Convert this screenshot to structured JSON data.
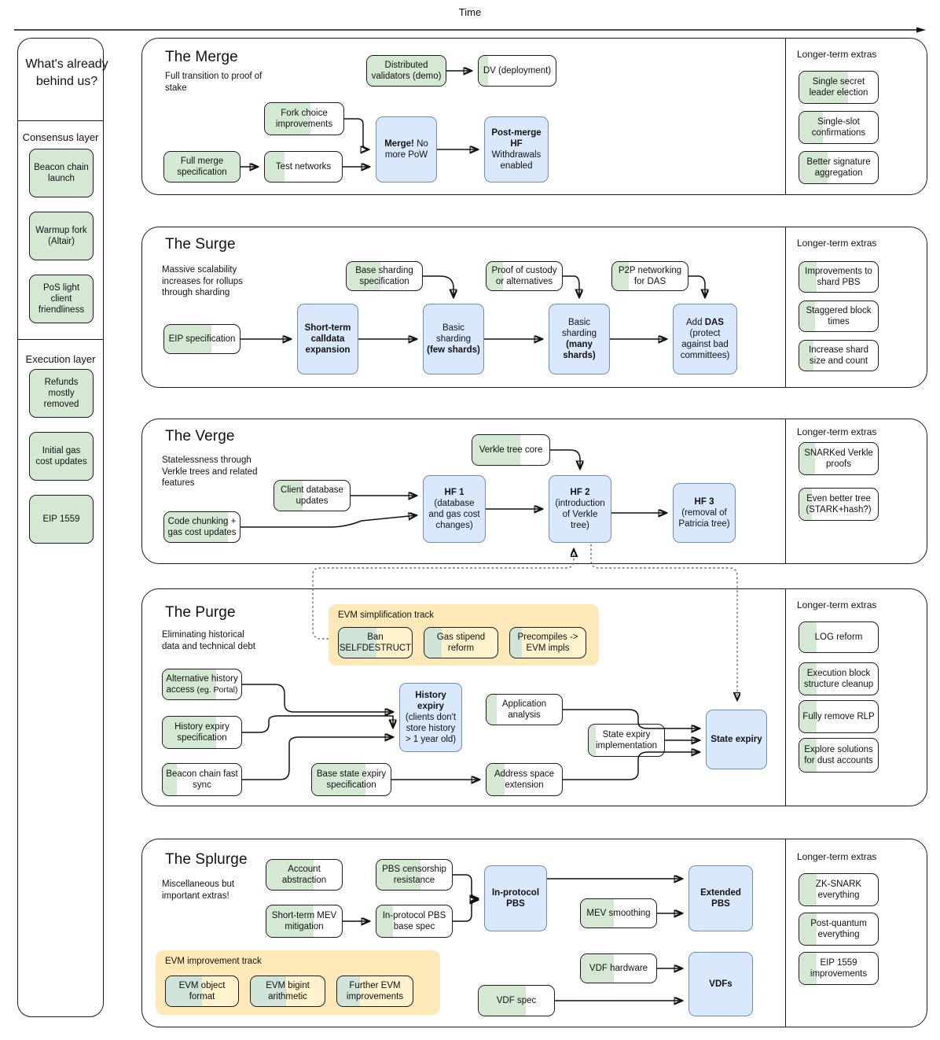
{
  "time_axis": {
    "label": "Time"
  },
  "sidebar": {
    "title": "What's already behind us?",
    "sections": [
      {
        "label": "Consensus layer",
        "items": [
          {
            "label": "Beacon chain launch"
          },
          {
            "label": "Warmup fork (Altair)"
          },
          {
            "label": "PoS light client friendliness"
          }
        ]
      },
      {
        "label": "Execution layer",
        "items": [
          {
            "label": "Refunds mostly removed"
          },
          {
            "label": "Initial gas cost updates"
          },
          {
            "label": "EIP 1559"
          }
        ]
      }
    ]
  },
  "extras_heading": "Longer-term extras",
  "sections": [
    {
      "id": "merge",
      "title": "The Merge",
      "subtitle": "Full transition to proof of stake",
      "nodes": [
        {
          "id": "dist-validators",
          "label": "Distributed validators (demo)",
          "kind": "green",
          "fill": 100
        },
        {
          "id": "dv-deployment",
          "label": "DV (deployment)",
          "kind": "green",
          "fill": 12
        },
        {
          "id": "fork-choice",
          "label": "Fork choice improvements",
          "kind": "green",
          "fill": 58
        },
        {
          "id": "full-merge-spec",
          "label": "Full merge specification",
          "kind": "green",
          "fill": 100
        },
        {
          "id": "test-networks",
          "label": "Test networks",
          "kind": "green",
          "fill": 26
        },
        {
          "id": "merge",
          "label": "Merge! No more PoW",
          "kind": "blue",
          "bold_lines": 1
        },
        {
          "id": "post-merge-hf",
          "label": "Post-merge HF Withdrawals enabled",
          "kind": "blue",
          "bold_lines": 2
        }
      ],
      "extras": [
        {
          "label": "Single secret leader election",
          "fill": 62
        },
        {
          "label": "Single-slot confirmations",
          "fill": 30
        },
        {
          "label": "Better signature aggregation",
          "fill": 36
        }
      ]
    },
    {
      "id": "surge",
      "title": "The Surge",
      "subtitle": "Massive scalability increases for rollups through sharding",
      "nodes": [
        {
          "id": "base-sharding-spec",
          "label": "Base sharding specification",
          "kind": "green",
          "fill": 45
        },
        {
          "id": "proof-of-custody",
          "label": "Proof of custody or alternatives",
          "kind": "green",
          "fill": 22
        },
        {
          "id": "p2p-das",
          "label": "P2P networking for DAS",
          "kind": "green",
          "fill": 22
        },
        {
          "id": "eip-spec",
          "label": "EIP specification",
          "kind": "green",
          "fill": 63
        },
        {
          "id": "calldata-expansion",
          "label": "Short-term calldata expansion",
          "kind": "blue",
          "bold_lines": 3
        },
        {
          "id": "basic-sharding-few",
          "label": "Basic sharding (few shards)",
          "kind": "blue"
        },
        {
          "id": "basic-sharding-many",
          "label": "Basic sharding (many shards)",
          "kind": "blue"
        },
        {
          "id": "add-das",
          "label": "Add DAS (protect against bad committees)",
          "kind": "blue"
        }
      ],
      "extras": [
        {
          "label": "Improvements to shard PBS",
          "fill": 22
        },
        {
          "label": "Staggered block times",
          "fill": 20
        },
        {
          "label": "Increase shard size and count",
          "fill": 18
        }
      ]
    },
    {
      "id": "verge",
      "title": "The Verge",
      "subtitle": "Statelessness through Verkle trees and related features",
      "nodes": [
        {
          "id": "verkle-tree-core",
          "label": "Verkle tree core",
          "kind": "green",
          "fill": 62
        },
        {
          "id": "client-db-updates",
          "label": "Client database updates",
          "kind": "green",
          "fill": 38
        },
        {
          "id": "code-chunking",
          "label": "Code chunking + gas cost updates",
          "kind": "green",
          "fill": 84
        },
        {
          "id": "hf1",
          "label": "HF 1 (database and gas cost changes)",
          "kind": "blue",
          "bold_lines": 1
        },
        {
          "id": "hf2",
          "label": "HF 2 (introduction of Verkle tree)",
          "kind": "blue",
          "bold_lines": 1
        },
        {
          "id": "hf3",
          "label": "HF 3 (removal of Patricia tree)",
          "kind": "blue",
          "bold_lines": 1
        }
      ],
      "extras": [
        {
          "label": "SNARKed Verkle proofs",
          "fill": 20
        },
        {
          "label": "Even better tree (STARK+hash?)",
          "fill": 16
        }
      ]
    },
    {
      "id": "purge",
      "title": "The Purge",
      "subtitle": "Eliminating historical data and technical debt",
      "track": {
        "title": "EVM simplification track",
        "items": [
          {
            "label": "Ban SELFDESTRUCT",
            "fill": 52
          },
          {
            "label": "Gas stipend reform",
            "fill": 24
          },
          {
            "label": "Precompiles -> EVM impls",
            "fill": 16
          }
        ]
      },
      "nodes": [
        {
          "id": "alt-history",
          "label": "Alternative history access (eg. Portal)",
          "kind": "green",
          "fill": 68
        },
        {
          "id": "hist-expiry-spec",
          "label": "History expiry specification",
          "kind": "green",
          "fill": 68
        },
        {
          "id": "beacon-fast-sync",
          "label": "Beacon chain fast sync",
          "kind": "green",
          "fill": 18
        },
        {
          "id": "base-state-expiry-spec",
          "label": "Base state expiry specification",
          "kind": "green",
          "fill": 68
        },
        {
          "id": "app-analysis",
          "label": "Application analysis",
          "kind": "green",
          "fill": 14
        },
        {
          "id": "addr-space-ext",
          "label": "Address space extension",
          "kind": "green",
          "fill": 24
        },
        {
          "id": "state-expiry-impl",
          "label": "State expiry implementation",
          "kind": "green",
          "fill": 9
        },
        {
          "id": "history-expiry",
          "label": "History expiry (clients don't store history > 1 year old)",
          "kind": "blue",
          "bold_lines": 2
        },
        {
          "id": "state-expiry",
          "label": "State expiry",
          "kind": "blue",
          "bold_lines": 1
        }
      ],
      "extras": [
        {
          "label": "LOG reform",
          "fill": 22
        },
        {
          "label": "Execution block structure cleanup",
          "fill": 22
        },
        {
          "label": "Fully remove RLP",
          "fill": 22
        },
        {
          "label": "Explore solutions for dust accounts",
          "fill": 22
        }
      ]
    },
    {
      "id": "splurge",
      "title": "The Splurge",
      "subtitle": "Miscellaneous but important extras!",
      "track": {
        "title": "EVM improvement track",
        "items": [
          {
            "label": "EVM object format",
            "fill": 50
          },
          {
            "label": "EVM bigint arithmetic",
            "fill": 48
          },
          {
            "label": "Further EVM improvements",
            "fill": 30
          }
        ]
      },
      "nodes": [
        {
          "id": "account-abstraction",
          "label": "Account abstraction",
          "kind": "green",
          "fill": 62
        },
        {
          "id": "pbs-censorship",
          "label": "PBS censorship resistance",
          "kind": "green",
          "fill": 58
        },
        {
          "id": "short-term-mev",
          "label": "Short-term MEV mitigation",
          "kind": "green",
          "fill": 62
        },
        {
          "id": "in-protocol-pbs-spec",
          "label": "In-protocol PBS base spec",
          "kind": "green",
          "fill": 22
        },
        {
          "id": "mev-smoothing",
          "label": "MEV smoothing",
          "kind": "green",
          "fill": 44
        },
        {
          "id": "vdf-hardware",
          "label": "VDF hardware",
          "kind": "green",
          "fill": 44
        },
        {
          "id": "vdf-spec",
          "label": "VDF spec",
          "kind": "green",
          "fill": 62
        },
        {
          "id": "in-protocol-pbs",
          "label": "In-protocol PBS",
          "kind": "blue",
          "bold_lines": 2
        },
        {
          "id": "extended-pbs",
          "label": "Extended PBS",
          "kind": "blue",
          "bold_lines": 2
        },
        {
          "id": "vdfs",
          "label": "VDFs",
          "kind": "blue",
          "bold_lines": 1
        }
      ],
      "extras": [
        {
          "label": "ZK-SNARK everything",
          "fill": 22
        },
        {
          "label": "Post-quantum everything",
          "fill": 22
        },
        {
          "label": "EIP 1559 improvements",
          "fill": 22
        }
      ]
    }
  ],
  "colors": {
    "done_green": "#d5e8d4",
    "blue": "#dae8fc",
    "blue_border": "#6c8ebf",
    "track_cream": "#ffe8b8",
    "node_border": "#1d1d1d"
  }
}
